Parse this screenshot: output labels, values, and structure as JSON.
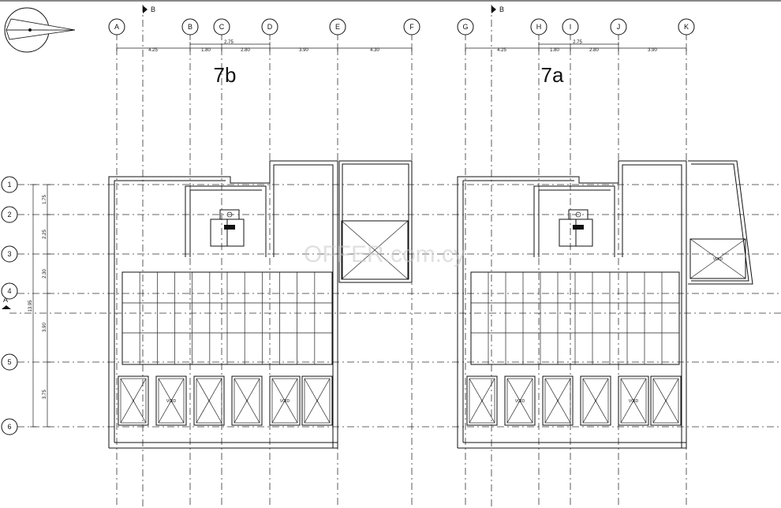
{
  "plans": [
    {
      "id": "7b",
      "title": "7b",
      "grid_labels": [
        "A",
        "B",
        "C",
        "D",
        "E",
        "F"
      ],
      "overall_dim": "2.75",
      "dims": [
        "4.25",
        "1.80",
        "2.80",
        "3.90",
        "4.30"
      ],
      "void_labels": [
        "X",
        "VOID",
        "X",
        "X",
        "VOID",
        "X"
      ]
    },
    {
      "id": "7a",
      "title": "7a",
      "grid_labels": [
        "G",
        "H",
        "I",
        "J",
        "K"
      ],
      "overall_dim": "2.75",
      "dims": [
        "4.25",
        "1.80",
        "2.80",
        "3.90"
      ],
      "void_labels": [
        "X",
        "VOID",
        "X",
        "X",
        "VOID",
        "X"
      ]
    }
  ],
  "row_labels": [
    "1",
    "2",
    "3",
    "4",
    "5",
    "6"
  ],
  "row_dims": [
    "1.75",
    "2.25",
    "2.30",
    "3.90",
    "3.75"
  ],
  "row_total": "13.95",
  "section_marks": {
    "top_a": "B",
    "top_b": "B",
    "left": "A"
  },
  "side_void_label": "VOID",
  "watermark": "OFFER.com.cy"
}
